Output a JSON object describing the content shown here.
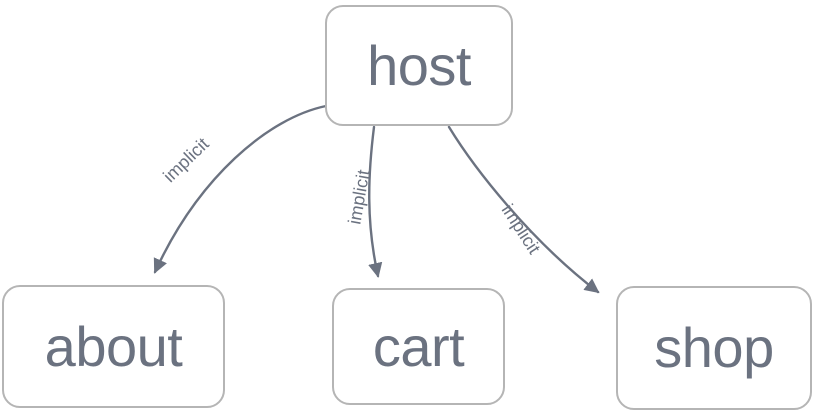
{
  "diagram": {
    "type": "directed-graph",
    "background_color": "#ffffff",
    "node_fill_color": "#ffffff",
    "node_border_color": "#b5b5b5",
    "text_color": "#6b7280",
    "edge_color": "#6b7280",
    "nodes": [
      {
        "id": "host",
        "label": "host"
      },
      {
        "id": "about",
        "label": "about"
      },
      {
        "id": "cart",
        "label": "cart"
      },
      {
        "id": "shop",
        "label": "shop"
      }
    ],
    "edges": [
      {
        "id": "host-about",
        "source": "host",
        "target": "about",
        "label": "implicit"
      },
      {
        "id": "host-cart",
        "source": "host",
        "target": "cart",
        "label": "implicit"
      },
      {
        "id": "host-shop",
        "source": "host",
        "target": "shop",
        "label": "implicit"
      }
    ]
  }
}
